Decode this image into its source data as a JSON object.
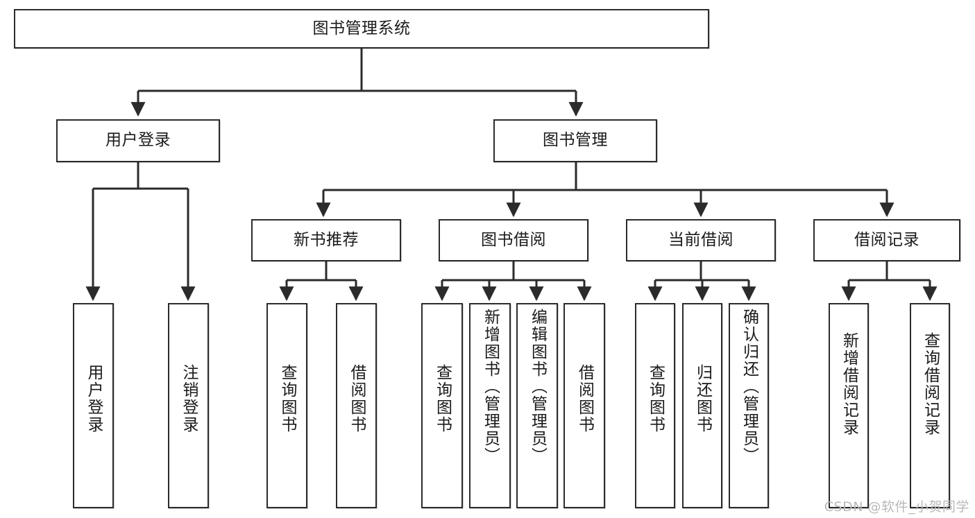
{
  "diagram": {
    "title": "图书管理系统",
    "type": "tree-hierarchy",
    "watermark": "CSDN @软件_小贺同学",
    "colors": {
      "background": "#ffffff",
      "box_border": "#2b2b2b",
      "box_fill": "#ffffff",
      "text": "#1a1a1a",
      "edge": "#2b2b2b",
      "watermark": "#b9b9b9"
    },
    "nodes": {
      "root": {
        "label": "图书管理系统"
      },
      "level2": [
        {
          "label": "用户登录"
        },
        {
          "label": "图书管理"
        }
      ],
      "level3": [
        {
          "label": "新书推荐"
        },
        {
          "label": "图书借阅"
        },
        {
          "label": "当前借阅"
        },
        {
          "label": "借阅记录"
        }
      ],
      "leaves_user_login": [
        {
          "label": "用户登录"
        },
        {
          "label": "注销登录"
        }
      ],
      "leaves_new_book": [
        {
          "label": "查询图书"
        },
        {
          "label": "借阅图书"
        }
      ],
      "leaves_borrow": [
        {
          "label": "查询图书"
        },
        {
          "label": "新增图书（管理员）"
        },
        {
          "label": "编辑图书（管理员）"
        },
        {
          "label": "借阅图书"
        }
      ],
      "leaves_current": [
        {
          "label": "查询图书"
        },
        {
          "label": "归还图书"
        },
        {
          "label": "确认归还（管理员）"
        }
      ],
      "leaves_record": [
        {
          "label": "新增借阅记录"
        },
        {
          "label": "查询借阅记录"
        }
      ]
    }
  }
}
